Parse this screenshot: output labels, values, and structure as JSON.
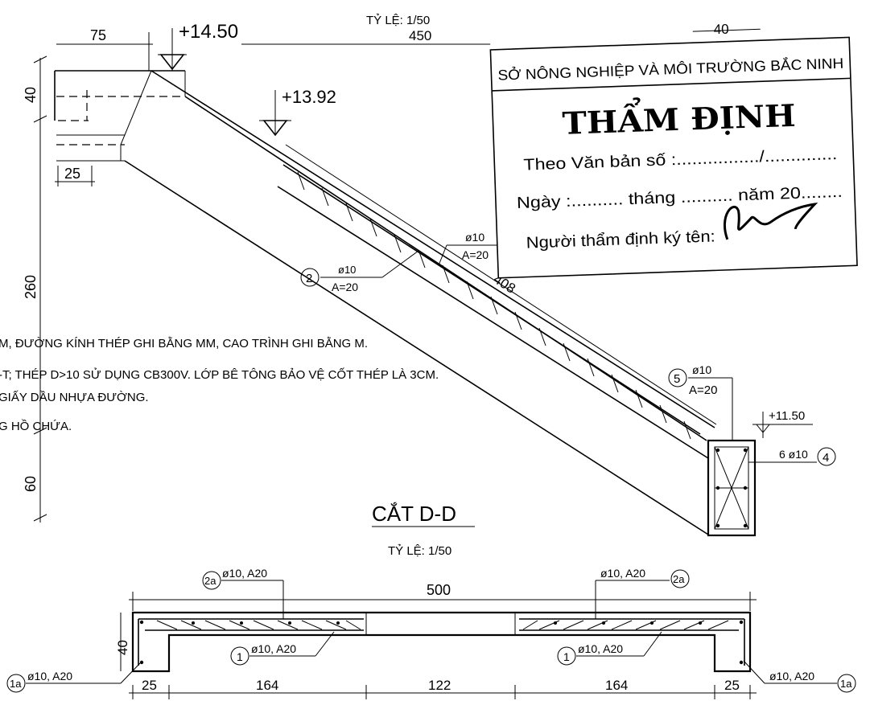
{
  "header": {
    "scale_top": "TỶ LỆ: 1/50",
    "length_450": "450"
  },
  "elevation_view": {
    "dim_75": "75",
    "elev_top": "+14.50",
    "elev_mid": "+13.92",
    "elev_bottom": "+11.50",
    "dim_40": "40",
    "dim_25": "25",
    "dim_260": "260",
    "dim_60": "60",
    "dim_408": "408",
    "bar2_label": "2",
    "bar2_dia": "ø10",
    "bar2_spacing": "A=20",
    "bar3_dia": "ø10",
    "bar3_spacing": "A=20",
    "bar5_label": "5",
    "bar5_dia": "ø10",
    "bar5_spacing": "A=20",
    "bar4_text": "6 ø10",
    "bar4_label": "4"
  },
  "notes": [
    "M, ĐƯỜNG KÍNH THÉP GHI BẰNG MM, CAO TRÌNH GHI BẰNG M.",
    "-T; THÉP D>10 SỬ DỤNG CB300V. LỚP BÊ TÔNG BẢO VỆ CỐT THÉP LÀ 3CM.",
    "GIẤY DẦU NHỰA ĐƯỜNG.",
    "G HỒ CHỨA."
  ],
  "stamp": {
    "dim_40": "40",
    "agency": "SỞ NÔNG NGHIỆP VÀ MÔI TRƯỜNG BẮC NINH",
    "title": "THẨM ĐỊNH",
    "line1": "Theo Văn bản số :................/..............",
    "line2": "Ngày :.......... tháng .......... năm 20........",
    "line3": "Người thẩm định ký tên:"
  },
  "section": {
    "title": "CẮT D-D",
    "scale": "TỶ LỆ: 1/50",
    "width_500": "500",
    "dim_40": "40",
    "label_2a_left": "2a",
    "text_2a_left": "ø10, A20",
    "label_2a_right": "2a",
    "text_2a_right": "ø10, A20",
    "label_1_left": "1",
    "text_1_left": "ø10, A20",
    "label_1_right": "1",
    "text_1_right": "ø10, A20",
    "label_1a_left": "1a",
    "text_1a_left": "ø10, A20",
    "label_1a_right": "1a",
    "text_1a_right": "ø10, A20",
    "bottom_dims": [
      "25",
      "164",
      "122",
      "164",
      "25"
    ]
  }
}
